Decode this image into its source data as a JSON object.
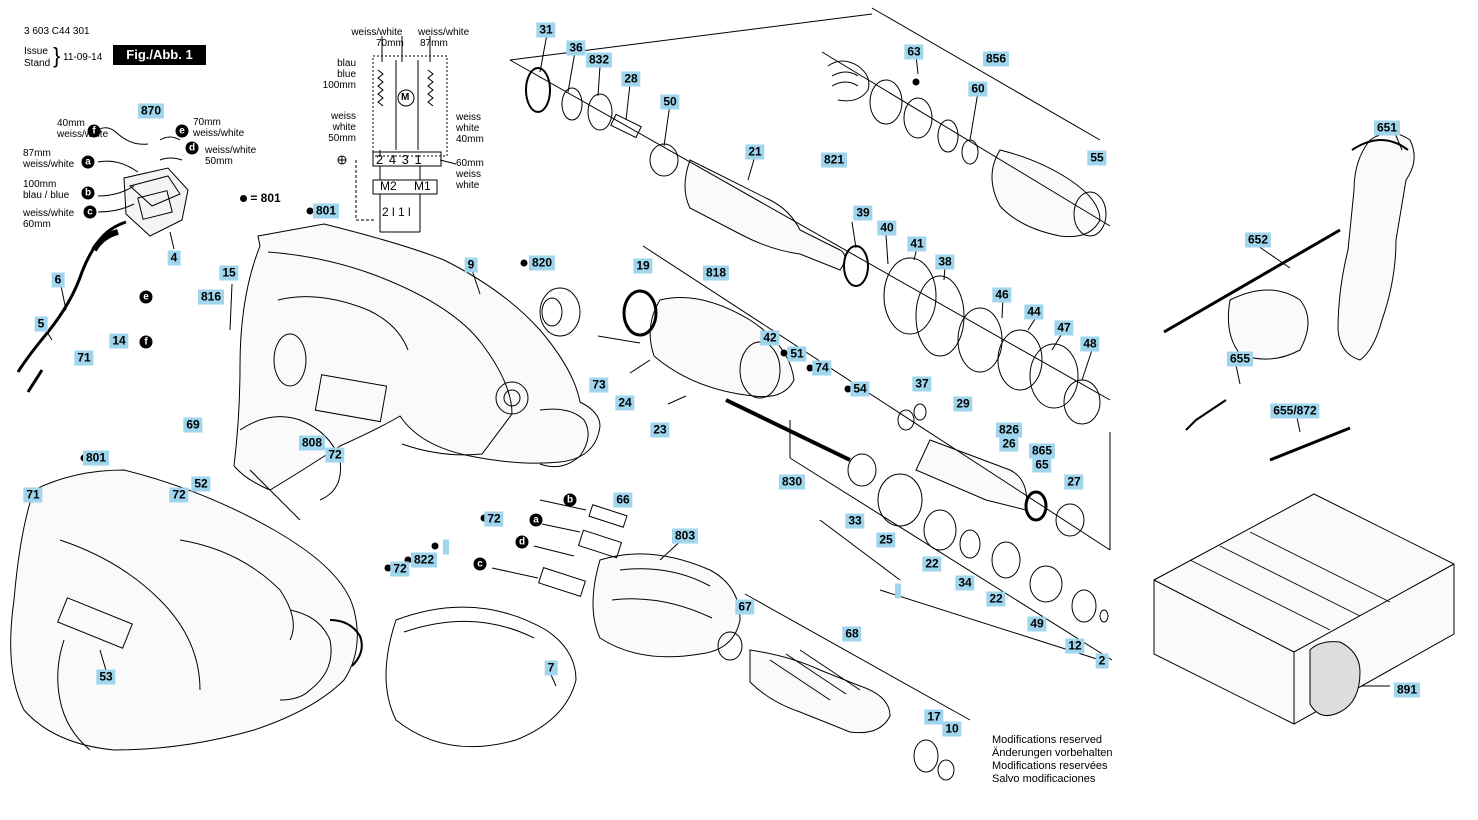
{
  "header": {
    "doc_number": "3 603 C44 301",
    "issue_label": "Issue",
    "stand_label": "Stand",
    "issue_date": "11-09-14",
    "figure": "Fig./Abb. 1"
  },
  "legend": {
    "marker": "= 801"
  },
  "notes": [
    "Modifications reserved",
    "Änderungen vorbehalten",
    "Modifications reservées",
    "Salvo modificaciones"
  ],
  "wiring_labels": {
    "w70": [
      "weiss/white",
      "70mm"
    ],
    "w87": [
      "weiss/white",
      "87mm"
    ],
    "blau": [
      "blau",
      "blue",
      "100mm"
    ],
    "w50": [
      "weiss",
      "white",
      "50mm"
    ],
    "w40": [
      "weiss",
      "white",
      "40mm"
    ],
    "w60": [
      "60mm",
      "weiss",
      "white"
    ],
    "terminals": "2 4 3 1",
    "m2": "M2",
    "m1": "M1",
    "terms2": "2 l  1 l",
    "motor": "M"
  },
  "switch_labels": {
    "l40": [
      "40mm",
      "weiss/white"
    ],
    "l87": [
      "87mm",
      "weiss/white"
    ],
    "l100": [
      "100mm",
      "blau / blue"
    ],
    "l60": [
      "weiss/white",
      "60mm"
    ],
    "l70": [
      "70mm",
      "weiss/white"
    ],
    "l50": [
      "weiss/white",
      "50mm"
    ]
  },
  "parts": [
    "31",
    "36",
    "832",
    "28",
    "50",
    "21",
    "821",
    "39",
    "40",
    "41",
    "38",
    "46",
    "44",
    "47",
    "48",
    "63",
    "60",
    "856",
    "55",
    "651",
    "652",
    "655",
    "655/872",
    "891",
    "870",
    "4",
    "6",
    "5",
    "801",
    "15",
    "816",
    "9",
    "820",
    "19",
    "818",
    "42",
    "51",
    "74",
    "54",
    "37",
    "29",
    "826",
    "26",
    "865",
    "65",
    "27",
    "71",
    "14",
    "69",
    "808",
    "72",
    "73",
    "24",
    "23",
    "830",
    "33",
    "25",
    "22",
    "34",
    "49",
    "12",
    "2",
    "66",
    "803",
    "67",
    "68",
    "17",
    "10",
    "7",
    "53",
    "52",
    "822"
  ],
  "colors": {
    "tag_fill": "#9fd6ee",
    "ink": "#000000"
  }
}
